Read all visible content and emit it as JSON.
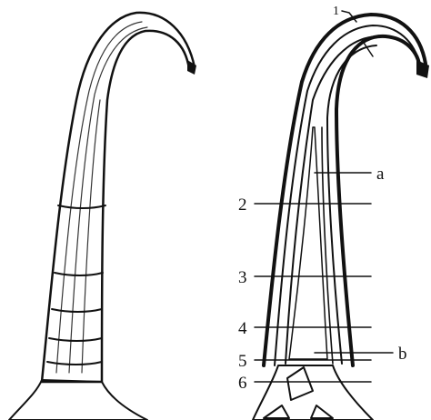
{
  "labels": {
    "l1": "1",
    "l2": "2",
    "l3": "3",
    "l4": "4",
    "l5": "5",
    "l6": "6",
    "la": "a",
    "lb": "b"
  }
}
